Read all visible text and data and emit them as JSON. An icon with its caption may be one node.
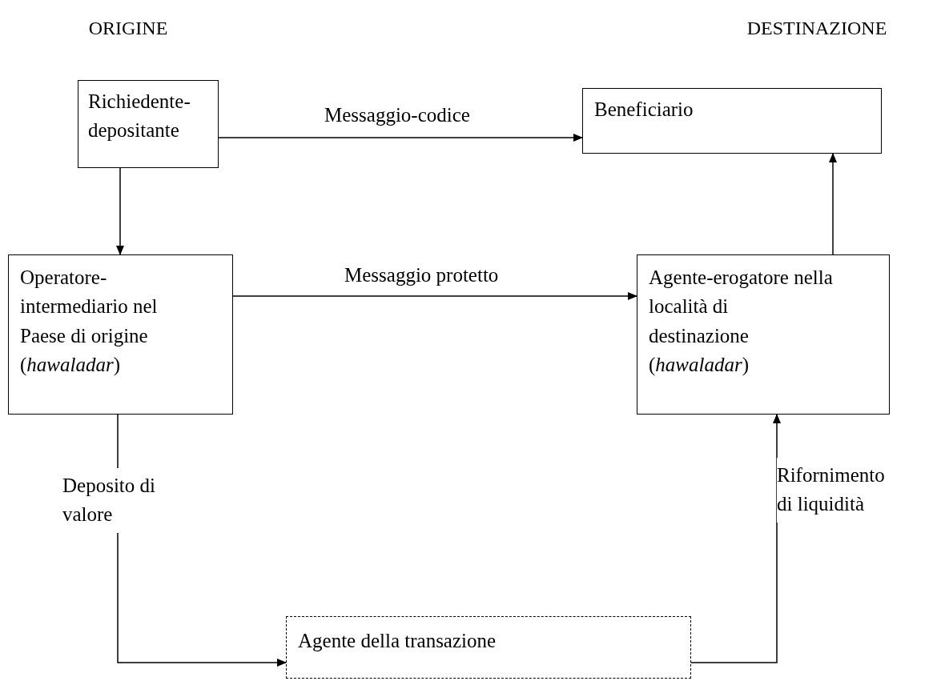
{
  "diagram": {
    "nodes": [
      {
        "text": [
          "Richiedente- depositante"
        ]
      },
      {
        "text": [
          "Beneficiario"
        ]
      },
      {
        "text": [
          "Operatore- intermediario nel Paese di origine (*hawaladar*)"
        ]
      },
      {
        "text": [
          "Agente-erogatore nella località di destinazione (*hawaladar*)"
        ]
      },
      {
        "text": [
          "Agente della transazione"
        ]
      }
    ],
    "edges": [
      {
        "from": 0,
        "to": 1,
        "arrow": "to",
        "label": "Messaggio-codice"
      },
      {
        "from": 0,
        "to": 2,
        "arrow": "to"
      },
      {
        "from": 2,
        "to": 3,
        "arrow": "to",
        "label": "Messaggio protetto"
      },
      {
        "from": 3,
        "to": 1,
        "arrow": "to"
      },
      {
        "from": 2,
        "to": 4,
        "arrow": "to",
        "label": "Deposito di valore"
      },
      {
        "from": 4,
        "to": 3,
        "arrow": "to",
        "label": "Rifornimento di liquidità"
      }
    ],
    "labels": [
      "ORIGINE",
      "DESTINAZIONE"
    ]
  }
}
